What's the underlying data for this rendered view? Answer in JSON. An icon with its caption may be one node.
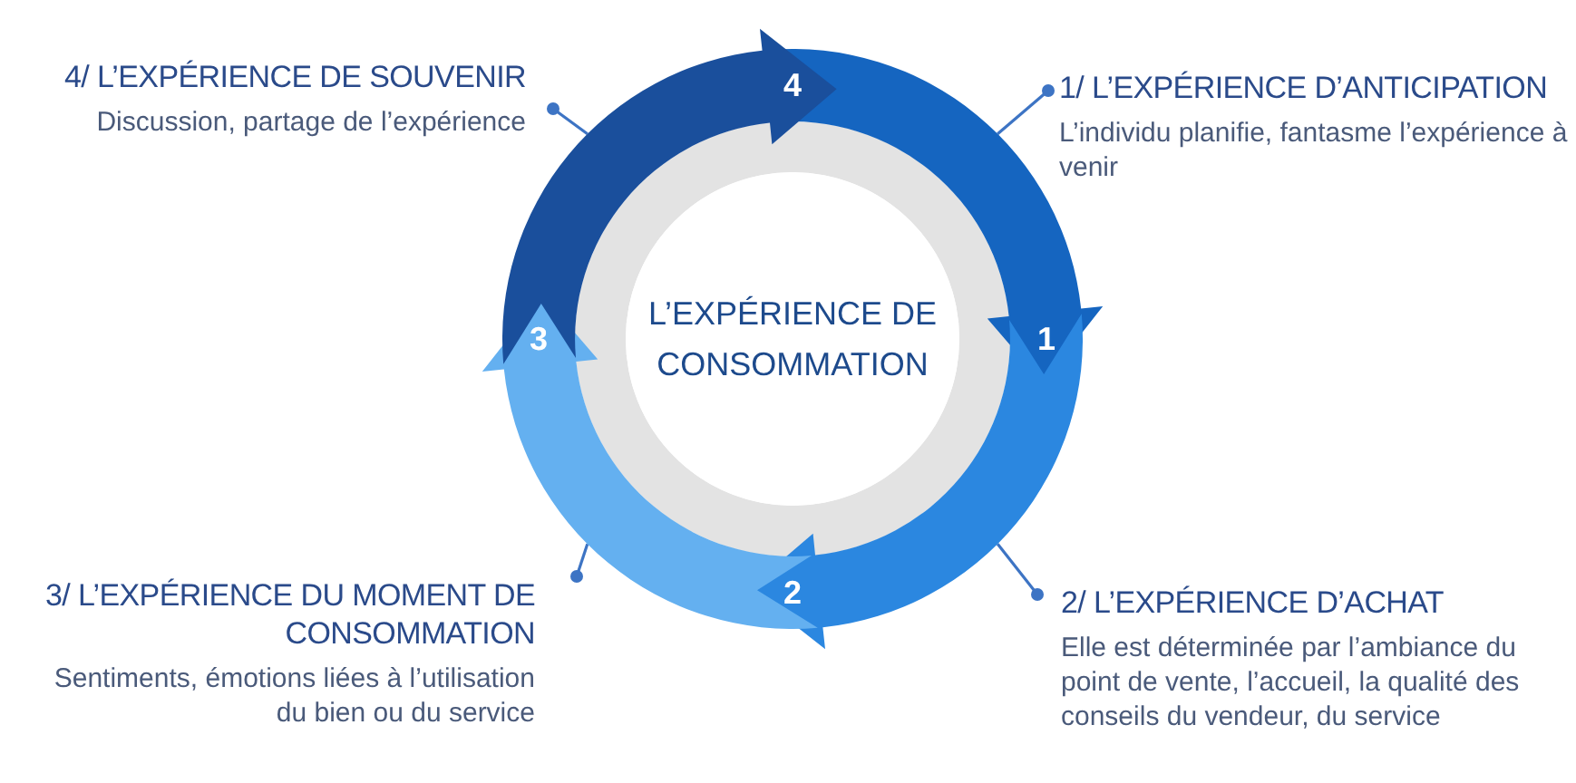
{
  "diagram": {
    "nodes": [
      {
        "text": [
          "L’EXPÉRIENCE DE CONSOMMATION"
        ]
      },
      {
        "text": [
          "1"
        ]
      },
      {
        "text": [
          "2"
        ]
      },
      {
        "text": [
          "3"
        ]
      },
      {
        "text": [
          "4"
        ]
      },
      {
        "text": [
          "1/ L’EXPÉRIENCE D’ANTICIPATION",
          "L’individu planifie, fantasme l’expérience à venir"
        ]
      },
      {
        "text": [
          "2/ L’EXPÉRIENCE D’ACHAT",
          "Elle est déterminée par l’ambiance du point de vente, l’accueil, la qualité des conseils du vendeur, du service"
        ]
      },
      {
        "text": [
          "3/ L’EXPÉRIENCE DU MOMENT DE CONSOMMATION",
          "Sentiments, émotions liées à l’utilisation du bien ou du service"
        ]
      },
      {
        "text": [
          "4/ L’EXPÉRIENCE DE SOUVENIR",
          "Discussion, partage de l’expérience"
        ]
      }
    ],
    "edges": [
      {
        "from": 5,
        "to": 1,
        "arrow": "other"
      },
      {
        "from": 6,
        "to": 2,
        "arrow": "other"
      },
      {
        "from": 7,
        "to": 3,
        "arrow": "other"
      },
      {
        "from": 8,
        "to": 4,
        "arrow": "other"
      }
    ]
  }
}
